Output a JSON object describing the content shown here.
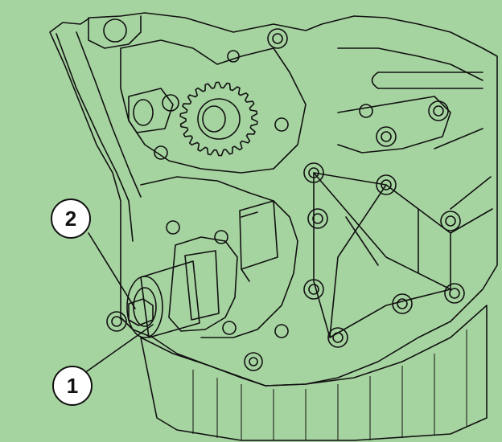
{
  "colors": {
    "background": "#a6d4a0",
    "engine_fill": "#ffffff",
    "tool_light": "#f2f2f2",
    "tool_shade": "#9c9c9c",
    "callout_fill": "#ffffff",
    "line": "#111111"
  },
  "callouts": [
    {
      "id": "callout-2",
      "label": "2"
    },
    {
      "id": "callout-1",
      "label": "1"
    }
  ]
}
